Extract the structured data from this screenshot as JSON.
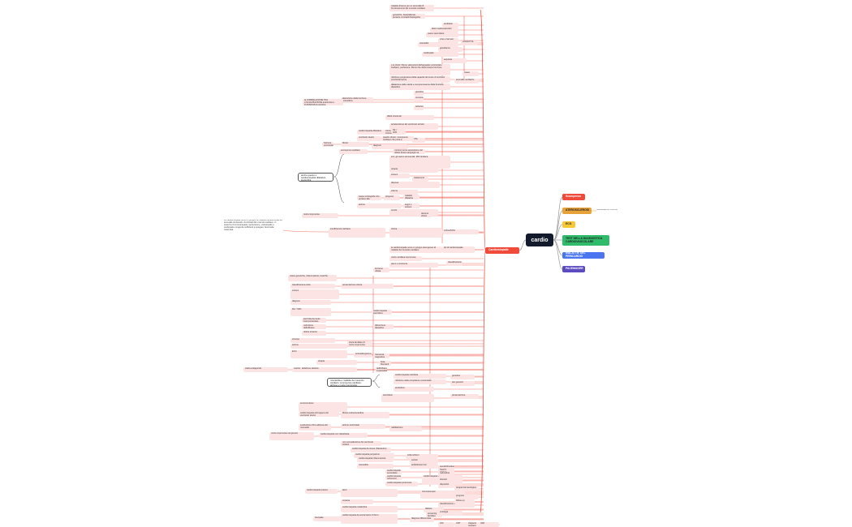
{
  "root": {
    "label": "cardio"
  },
  "branches": [
    {
      "label": "Cardiomiopatie",
      "color": "#f04a3a"
    },
    {
      "label": "Scompenso",
      "color": "#f04a3a"
    },
    {
      "label": "ATEROSCLEROSI",
      "color": "#e8a23a"
    },
    {
      "label": "ECG",
      "color": "#f5c834"
    },
    {
      "label": "TEST DELLA DIAGNOSTICA CARDIOVASCOLARE",
      "color": "#2fbb6a"
    },
    {
      "label": "MALATTIE DEL PERICARDIO",
      "color": "#4a74f0"
    },
    {
      "label": "PACEMAKER",
      "color": "#5b4ac0"
    }
  ],
  "ateroAnnotation": "manifestazioni cliniche",
  "subs": [
    "malattie diverse per un anomalia di funzionamento del muscolo cardiaco",
    "genetiche, bassi/alterate proteine contrattili fisiologiche della",
    "ereditarie",
    "fattori cardiovascolari",
    "cause secondarie",
    "virus e farmaci",
    "miocarditi",
    "gravidanza",
    "cardiopatie",
    "A RIDOTTA",
    "acquisite",
    "cause",
    "p le clinici: fibrosi, alterazioni dell'apparato ventricolare cardiaco, perfusione, fibrosi che determinano funzione",
    "riduzione progressiva della capacità del cuore di contrarsi ventricolarmente",
    "dilatazione delle cavità e compromissione della funzione diastolica",
    "anomalie cardiache",
    "genetica",
    "compromessa",
    "ischemica",
    "alterazione della funzione miocardica",
    "difetti strutturali",
    "la CORRELAZIONE TRA LOCALIZZAZIONE anatomica e FUNZIONALE sistolica",
    "accelerazione del ventricolo sinistro",
    "funzione sistolica ventricolare",
    "VSx",
    "quadro clinico: scompenso cardiaco che porta a insufficienza",
    "cardiomiopatia dilatativa",
    "FE < 40%",
    "ventricolo destro",
    "frazione ventricolare",
    "fibrosi",
    "diagnosi",
    "scompenso cardiaco",
    "i sintomi sono espressione del ridotto flusso sanguigno ai tessuti",
    "eco, gli esami strumentali, RM cardiaca",
    "terapia",
    "sintomi",
    "trattamento",
    "dispnea",
    "edema",
    "cause eziologiche che portano alla dilatazione delle camere cardiache",
    "prognosi",
    "malattie dilatative cardiache",
    "aritmie",
    "segni e sintomi",
    "trombi",
    "morte improvvisa",
    "decorso clinico variabile che va da asintomatico fino a forme gravi e progressive",
    "insufficienza cardiaca",
    "clinica",
    "A DILATATA",
    "le cardiomiopatie sono un gruppo eterogeneo di malattie del muscolo cardiaco",
    "tipi di cardiomiopatie",
    "morte cardiaca improvvisa",
    "pieno o ricorrente",
    "classificazione",
    "funzione ridotta",
    "cause genetiche, infiammatorie, tossiche",
    "classificazione AHA",
    "sintomi",
    "presentazione clinica",
    "diagnosi",
    "FE < 50%",
    "cardiomiopatia ipertrofica",
    "ipertrofia del setto interventricolare",
    "ostruzione dell'efflusso",
    "disfunzione diastolica",
    "dolore toracico",
    "sincope",
    "aritmie",
    "storia familiare di morte improvvisa",
    "ECG",
    "ecocardiogramma",
    "risonanza magnetica",
    "terapia",
    "beta-bloccanti",
    "calcio-antagonisti",
    "miectomia",
    "ablazione alcolica",
    "defibrillatore impiantabile",
    "cardiomiopatia restrittiva",
    "riduzione della compliance ventricolare",
    "amiloidosi",
    "sarcoidosi",
    "emocromatosi",
    "fibrosi endomiocardica",
    "cardiomiopatia aritmogena del ventricolo destro",
    "sostituzione fibro-adiposa del miocardio",
    "aritmie ventricolari",
    "morte improvvisa nei giovani",
    "cardiomiopatia non classificata",
    "non compattazione del ventricolo sinistro",
    "cardiomiopatia da stress (Takotsubo)",
    "cardiomiopatia peripartum",
    "cardiomiopatia infiammatoria",
    "miocardite",
    "cardiomiopatie secondarie",
    "cardiomiopatia ischemica",
    "cardiomiopatia ipertensiva",
    "cardiomiopatia valvolare",
    "cardiomiopatia tossica",
    "alcol",
    "chemioterapici",
    "cocaina",
    "cardiomiopatia metabolica",
    "diabete",
    "tireopatie",
    "cardiomiopatia da sovraccarico di ferro",
    "diagnosi differenziale",
    "classificazione clinica",
    "eziologia",
    "presentazione",
    "genetica",
    "test genetici",
    "screening familiare",
    "prognosi",
    "follow-up",
    "terapia farmacologica",
    "ACE-inibitori",
    "sartani",
    "antialdosteronici",
    "sacubitril/valsartan",
    "SGLT2 inibitori",
    "ivabradina",
    "diuretici",
    "dispositivi",
    "ICD",
    "CRT",
    "trapianto cardiaco",
    "VAD",
    "riabilitazione"
  ],
  "notes": [
    "anche questo è cardiomiopatia dilatativa ipertrofica",
    "miocardite e malattie del muscolo cardiaco: scompenso cardiaco, aritmie e morte improvvisa"
  ],
  "leftText": "Le cardiomiopatie sono un gruppo di malattie caratterizzate da anomalie strutturali e funzionali del muscolo cardiaco, in assenza di coronaropatia, ipertensione, valvulopatie o cardiopatie congenite sufficienti a spiegare l'anomalia osservata.",
  "colors": {
    "root": "#121a2b",
    "link": "#f04a3a",
    "subBg": "#fde4e4"
  }
}
